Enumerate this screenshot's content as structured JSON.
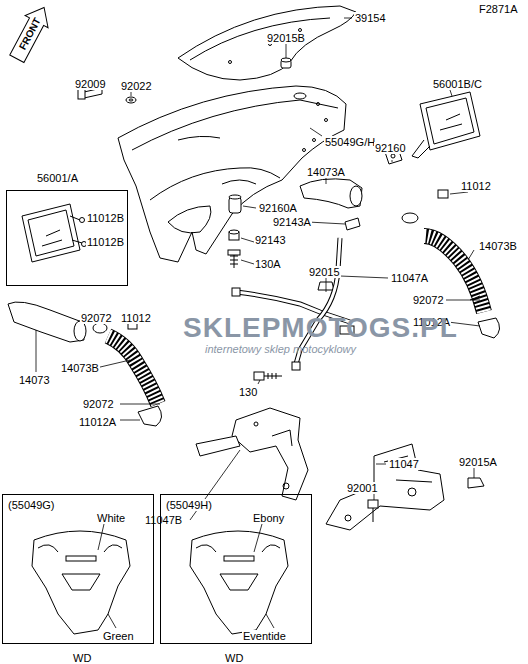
{
  "diagram": {
    "nodes": [
      {
        "text": [
          "56001/A",
          "11012B",
          "11012B"
        ]
      },
      {
        "text": [
          "(55049G)",
          "White",
          "Green"
        ]
      },
      {
        "text": [
          "(55049H)",
          "Ebony",
          "Eventide"
        ]
      }
    ],
    "edges": [],
    "labels": [
      "F2871A",
      "FRONT",
      "39154",
      "92015B",
      "92009",
      "92022",
      "56001B/C",
      "55049G/H",
      "14073A",
      "92160",
      "11012",
      "92160A",
      "92143A",
      "14073B",
      "92143",
      "130A",
      "92015",
      "11047A",
      "92072",
      "11012A",
      "92072",
      "11012",
      "14073",
      "14073B",
      "92072",
      "11012A",
      "130",
      "11047",
      "92015A",
      "92001",
      "11047B",
      "WD",
      "WD",
      "SKLEPMOTOGS.PL",
      "internetowy sklep motocyklowy"
    ]
  }
}
